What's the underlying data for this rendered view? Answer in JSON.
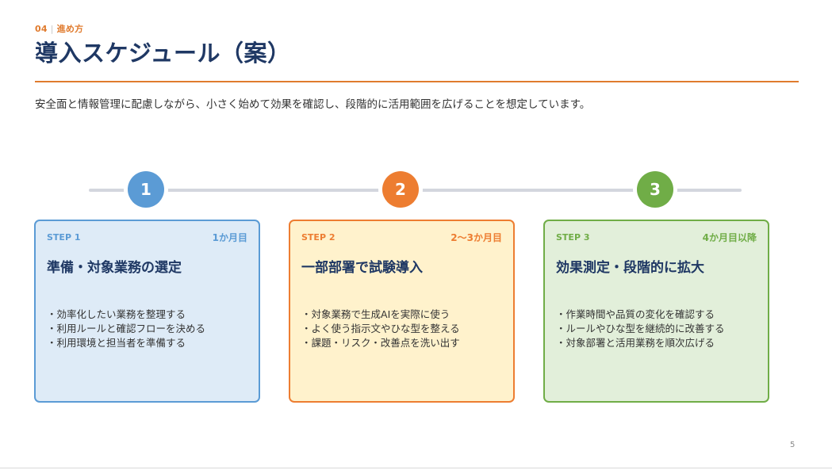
{
  "header": {
    "section_number": "04",
    "section_name": "進め方",
    "title": "導入スケジュール（案）",
    "lead": "安全面と情報管理に配慮しながら、小さく始めて効果を確認し、段階的に活用範囲を広げることを想定しています。"
  },
  "timeline": {
    "steps": [
      {
        "number": "1",
        "color": "#5B9BD5"
      },
      {
        "number": "2",
        "color": "#ED7D31"
      },
      {
        "number": "3",
        "color": "#70AD47"
      }
    ]
  },
  "cards": [
    {
      "step": "STEP 1",
      "period": "1か月目",
      "title": "準備・対象業務の選定",
      "accent": "#5B9BD5",
      "background": "#DEEBF7",
      "items": [
        "効率化したい業務を整理する",
        "利用ルールと確認フローを決める",
        "利用環境と担当者を準備する"
      ]
    },
    {
      "step": "STEP 2",
      "period": "2〜3か月目",
      "title": "一部部署で試験導入",
      "accent": "#ED7D31",
      "background": "#FFF2CC",
      "items": [
        "対象業務で生成AIを実際に使う",
        "よく使う指示文やひな型を整える",
        "課題・リスク・改善点を洗い出す"
      ]
    },
    {
      "step": "STEP 3",
      "period": "4か月目以降",
      "title": "効果測定・段階的に拡大",
      "accent": "#70AD47",
      "background": "#E2EFDA",
      "items": [
        "作業時間や品質の変化を確認する",
        "ルールやひな型を継続的に改善する",
        "対象部署と活用業務を順次広げる"
      ]
    }
  ],
  "footer": {
    "page_number": "5"
  }
}
